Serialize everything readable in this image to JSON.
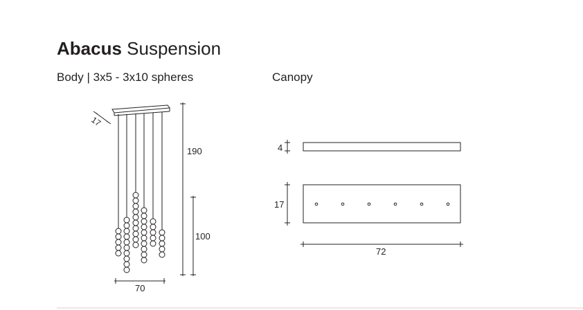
{
  "title": {
    "bold": "Abacus",
    "rest": "Suspension"
  },
  "body_label": "Body | 3x5 - 3x10 spheres",
  "canopy_label": "Canopy",
  "dimensions": {
    "canopy_depth_small": "17",
    "total_height": "190",
    "cable_height": "100",
    "body_width": "70",
    "canopy_thickness": "4",
    "canopy_depth": "17",
    "canopy_length": "72"
  },
  "pendants": [
    {
      "spheres": 5
    },
    {
      "spheres": 10
    },
    {
      "spheres": 10
    },
    {
      "spheres": 10
    },
    {
      "spheres": 5
    },
    {
      "spheres": 5
    }
  ],
  "canopy_holes": 6
}
